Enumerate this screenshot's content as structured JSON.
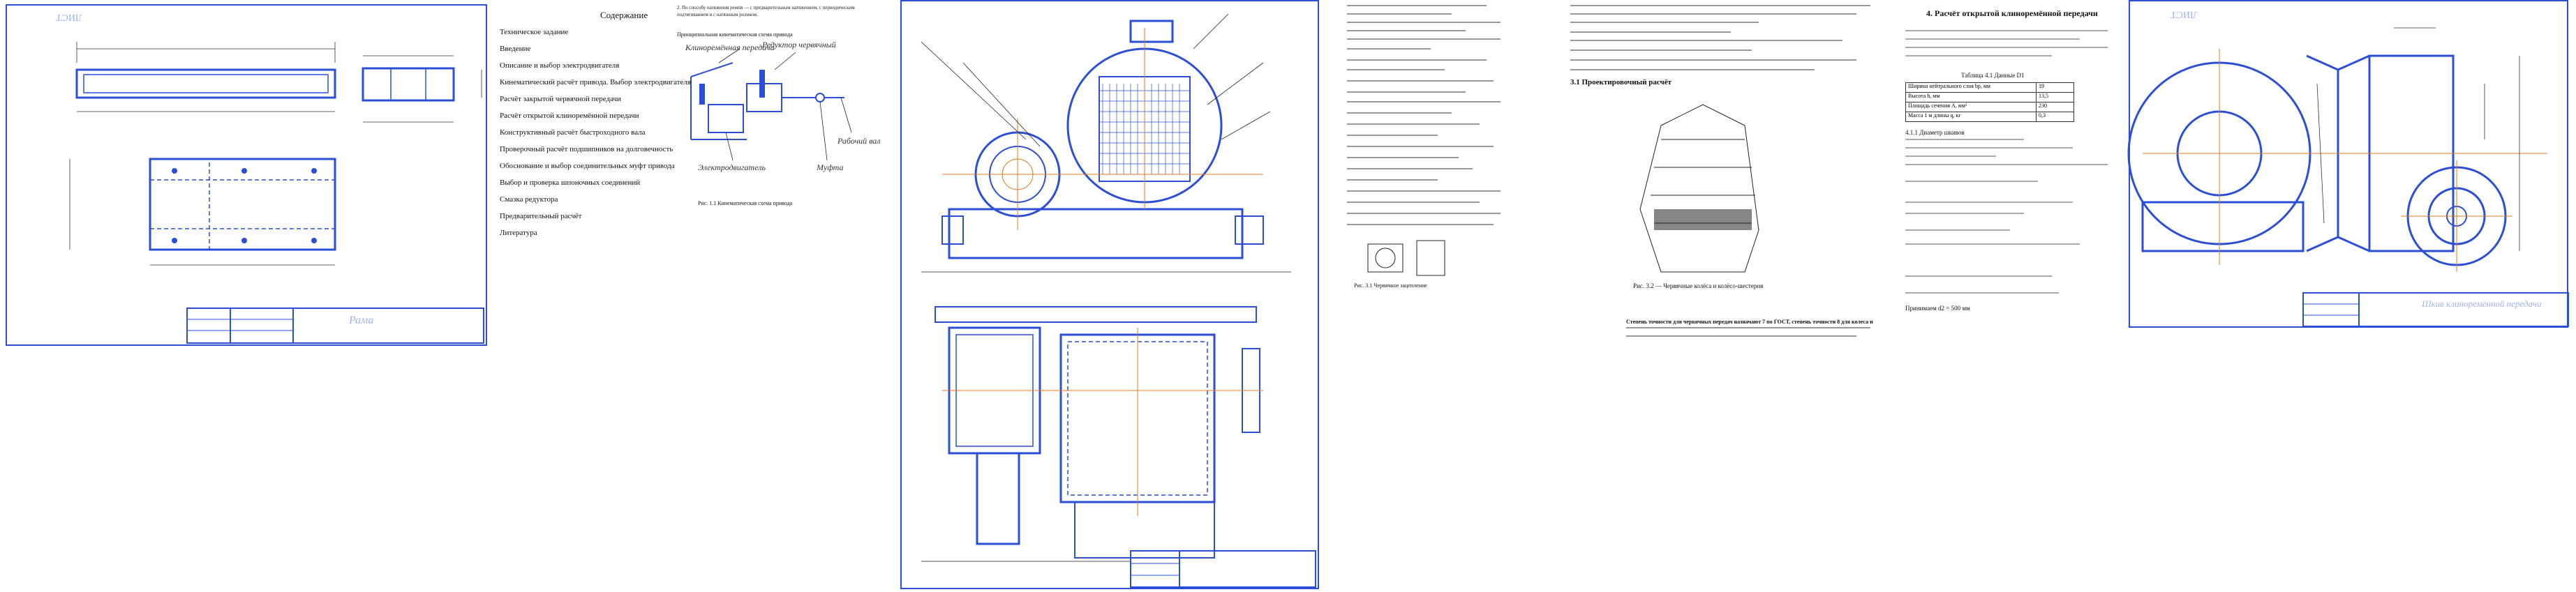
{
  "sheet1": {
    "corner_label": "ЛИСТ",
    "stamp_name": "Рама"
  },
  "sheet2": {
    "heading": "Содержание",
    "intro": "2. По способу натяжения ремня — с предварительным натяжением, с периодическим подтягиванием и с натяжным роликом.",
    "scheme_caption": "Принципиальная кинематическая схема привода",
    "contents": [
      "Техническое задание",
      "Введение",
      "Описание и выбор электродвигателя",
      "Кинематический расчёт привода. Выбор электродвигателя",
      "Расчёт закрытой червячной передачи",
      "Расчёт открытой клиноремённой передачи",
      "Конструктивный расчёт быстроходного вала",
      "Проверочный расчёт подшипников на долговечность",
      "Обоснование и выбор соединительных муфт привода",
      "Выбор и проверка шпоночных соединений",
      "Смазка редуктора",
      "Предварительный расчёт",
      "Литература"
    ],
    "labels": {
      "belt": "Клиноремённая передача",
      "reducer": "Редуктор червячный",
      "motor": "Электродвигатель",
      "coupling": "Муфта",
      "shaft": "Рабочий вал"
    },
    "figure_caption": "Рис. 1.1 Кинематическая схема привода"
  },
  "sheet4": {
    "section_title": "3.1 Проектировочный расчёт",
    "fig_caption": "Рис. 3.1 Червячное зацепление",
    "fig2_caption": "Рис. 3.2 — Червячные колёса и колёсо-шестерня",
    "bottom_note": "Степень точности для червячных передач назначают 7 по ГОСТ, степень точности 8 для колеса и"
  },
  "sheet5": {
    "section_title": "4. Расчёт открытой клиноремённой передачи",
    "table_title": "Таблица 4.1 Данные D1",
    "table_rows": [
      [
        "Ширина нейтрального слоя bp, мм",
        "19"
      ],
      [
        "Высота h, мм",
        "13,5"
      ],
      [
        "Площадь сечения A, мм²",
        "230"
      ],
      [
        "Масса 1 м длины q, кг",
        "0,3"
      ]
    ],
    "sub": "4.1.1 Диаметр шкивов",
    "result_label": "Принимаем d2 = 500 мм"
  },
  "sheet6": {
    "corner_label": "ЛИСТ",
    "stamp_name": "Шкив клиноремённой передачи"
  }
}
